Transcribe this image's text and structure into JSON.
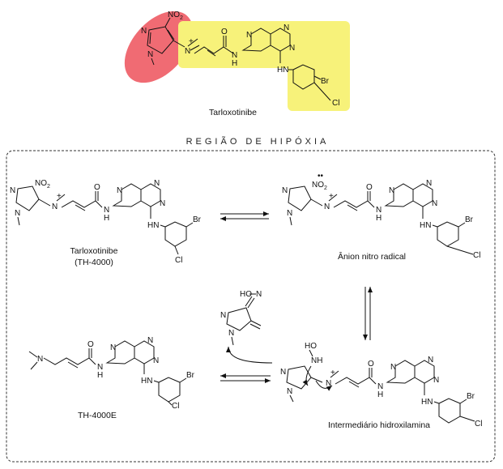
{
  "top": {
    "caption": "Tarloxotinibe",
    "highlight_nitroimidazole_color": "#f06b73",
    "highlight_core_color": "#f7f27a"
  },
  "region_title": "REGIÃO DE HIPÓXIA",
  "atoms": {
    "no2": "NO2",
    "no2_no": "NO",
    "no2_sub": "2",
    "n": "N",
    "n_plus": "+",
    "nh": "NH",
    "hn": "HN",
    "o": "O",
    "h": "H",
    "br": "Br",
    "cl": "Cl",
    "hon": "HO",
    "ho": "HO"
  },
  "compounds": {
    "tarloxotinibe": "Tarloxotinibe",
    "th4000": "(TH-4000)",
    "anion": "Ânion nitro radical",
    "th4000e": "TH-4000E",
    "hydroxylamine": "Intermediário hidroxilamina"
  },
  "colors": {
    "nitro_red": "#e8231f",
    "hydroxyl_blue": "#1a2fd6"
  }
}
